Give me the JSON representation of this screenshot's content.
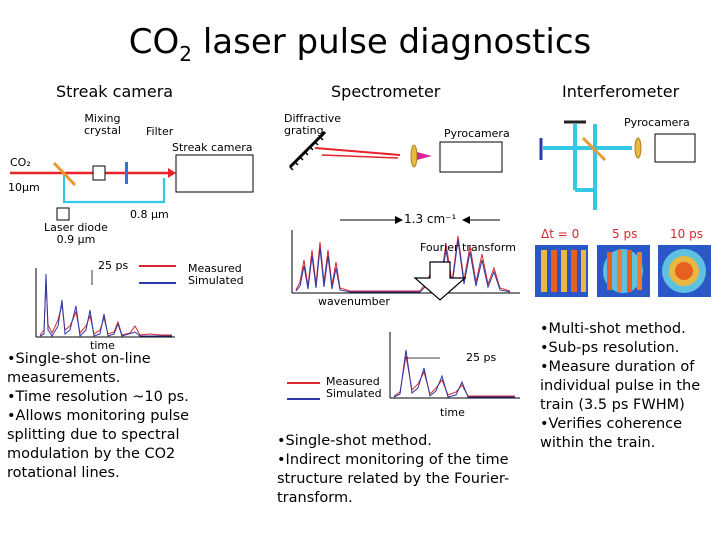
{
  "title": {
    "main": "CO",
    "sub": "2",
    "rest": " laser pulse diagnostics"
  },
  "sections": {
    "streak": {
      "header": "Streak camera",
      "labels": {
        "mixing_crystal": "Mixing\ncrystal",
        "filter": "Filter",
        "streak_camera": "Streak camera",
        "co2": "CO₂",
        "wavelength_10": "10μm",
        "laser_diode": "Laser diode\n0.9 μm",
        "wavelength_08": "0.8 μm",
        "legend_25ps": "25 ps",
        "measured_simulated": "Measured\nSimulated",
        "time": "time"
      },
      "bullets": [
        "•Single-shot on-line measurements.",
        "•Time resolution ~10 ps.",
        "•Allows monitoring pulse splitting due to spectral modulation by the CO2 rotational lines."
      ]
    },
    "spectrometer": {
      "header": "Spectrometer",
      "labels": {
        "diffractive_grating": "Diffractive\ngrating",
        "pyrocamera": "Pyrocamera",
        "resolution": "1.3 cm⁻¹",
        "fourier": "Fourier transform",
        "wavenumber": "wavenumber",
        "legend_25ps": "25 ps",
        "measured_simulated": "Measured\nSimulated",
        "time": "time"
      },
      "bullets": [
        "•Single-shot method.",
        "•Indirect monitoring of the time structure related by the Fourier-transform."
      ]
    },
    "interferometer": {
      "header": "Interferometer",
      "labels": {
        "pyrocamera": "Pyrocamera",
        "dt0": "Δt = 0",
        "dt5": "5 ps",
        "dt10": "10 ps"
      },
      "bullets": [
        "•Multi-shot method.",
        "•Sub-ps resolution.",
        "•Measure duration of individual pulse in the train (3.5 ps FWHM)",
        "•Verifies coherence within the train."
      ]
    }
  },
  "colors": {
    "beam_red": "#e8232a",
    "beam_cyan": "#33c8e8",
    "measured": "#d8262e",
    "simulated": "#2a3aa8",
    "lens": "#e8b840",
    "mirror_orange": "#e89a30",
    "component_blue": "#3a6fd8"
  }
}
